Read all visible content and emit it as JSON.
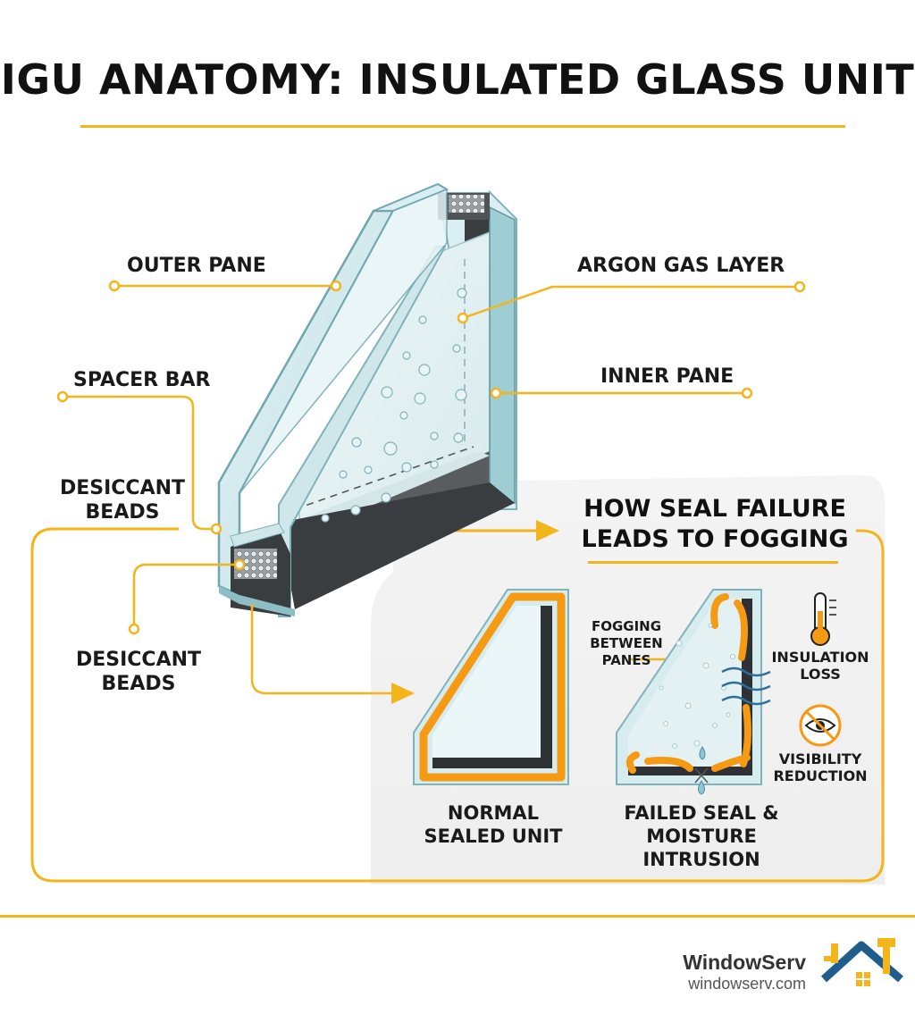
{
  "title": "IGU ANATOMY: INSULATED GLASS UNIT",
  "labels": {
    "outer_pane": "OUTER PANE",
    "argon_gas_layer": "ARGON GAS LAYER",
    "spacer_bar": "SPACER BAR",
    "inner_pane": "INNER PANE",
    "desiccant_beads_top_1": "DESICCANT",
    "desiccant_beads_top_2": "BEADS",
    "desiccant_beads_bottom_1": "DESICCANT",
    "desiccant_beads_bottom_2": "BEADS"
  },
  "panel": {
    "title_line1": "HOW SEAL FAILURE",
    "title_line2": "LEADS TO FOGGING",
    "normal_line1": "NORMAL",
    "normal_line2": "SEALED UNIT",
    "failed_line1": "FAILED SEAL &",
    "failed_line2": "MOISTURE INTRUSION",
    "fogging_line1": "FOGGING",
    "fogging_line2": "BETWEEN",
    "fogging_line3": "PANES",
    "insulation_line1": "INSULATION",
    "insulation_line2": "LOSS",
    "visibility_line1": "VISIBILITY",
    "visibility_line2": "REDUCTION"
  },
  "footer": {
    "brand": "WindowServ",
    "url": "windowserv.com"
  },
  "colors": {
    "accent": "#F2B51C",
    "seal_orange": "#F59A12",
    "glass": "#CDE6EA",
    "glass_edge": "#7FB3BC",
    "spacer_dark": "#3A3D3F",
    "logo_blue": "#1F5E8C"
  },
  "icons": [
    "thermometer-icon",
    "no-visibility-icon",
    "wind-icon",
    "water-drop-icon",
    "house-logo-icon",
    "hammer-icon"
  ]
}
